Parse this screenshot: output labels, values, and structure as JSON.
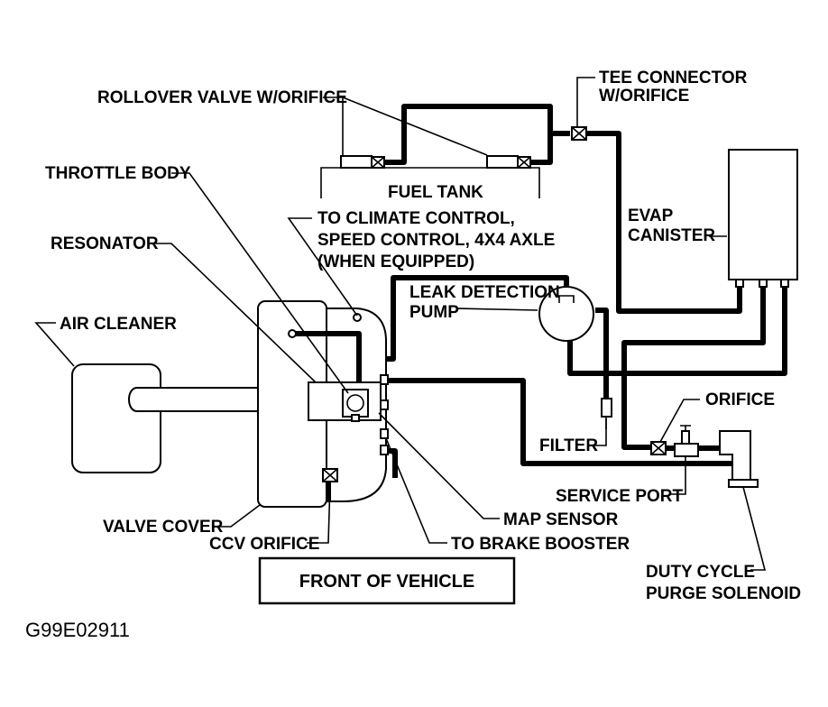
{
  "labels": {
    "rollover_valve": "ROLLOVER VALVE W/ORIFICE",
    "tee_connector_line1": "TEE CONNECTOR",
    "tee_connector_line2": "W/ORIFICE",
    "throttle_body": "THROTTLE BODY",
    "fuel_tank": "FUEL TANK",
    "climate_line1": "TO CLIMATE CONTROL,",
    "climate_line2": "SPEED CONTROL, 4X4 AXLE",
    "climate_line3": "(WHEN EQUIPPED)",
    "evap_line1": "EVAP",
    "evap_line2": "CANISTER",
    "resonator": "RESONATOR",
    "leak_line1": "LEAK DETECTION",
    "leak_line2": "PUMP",
    "air_cleaner": "AIR CLEANER",
    "orifice": "ORIFICE",
    "filter": "FILTER",
    "service_port": "SERVICE PORT",
    "map_sensor": "MAP SENSOR",
    "valve_cover": "VALVE COVER",
    "ccv_orifice": "CCV ORIFICE",
    "brake_booster": "TO BRAKE BOOSTER",
    "duty_line1": "DUTY CYCLE",
    "duty_line2": "PURGE SOLENOID",
    "front_of_vehicle": "FRONT OF VEHICLE",
    "figure_id": "G99E02911"
  },
  "colors": {
    "ink": "#000000",
    "paper": "#ffffff"
  }
}
